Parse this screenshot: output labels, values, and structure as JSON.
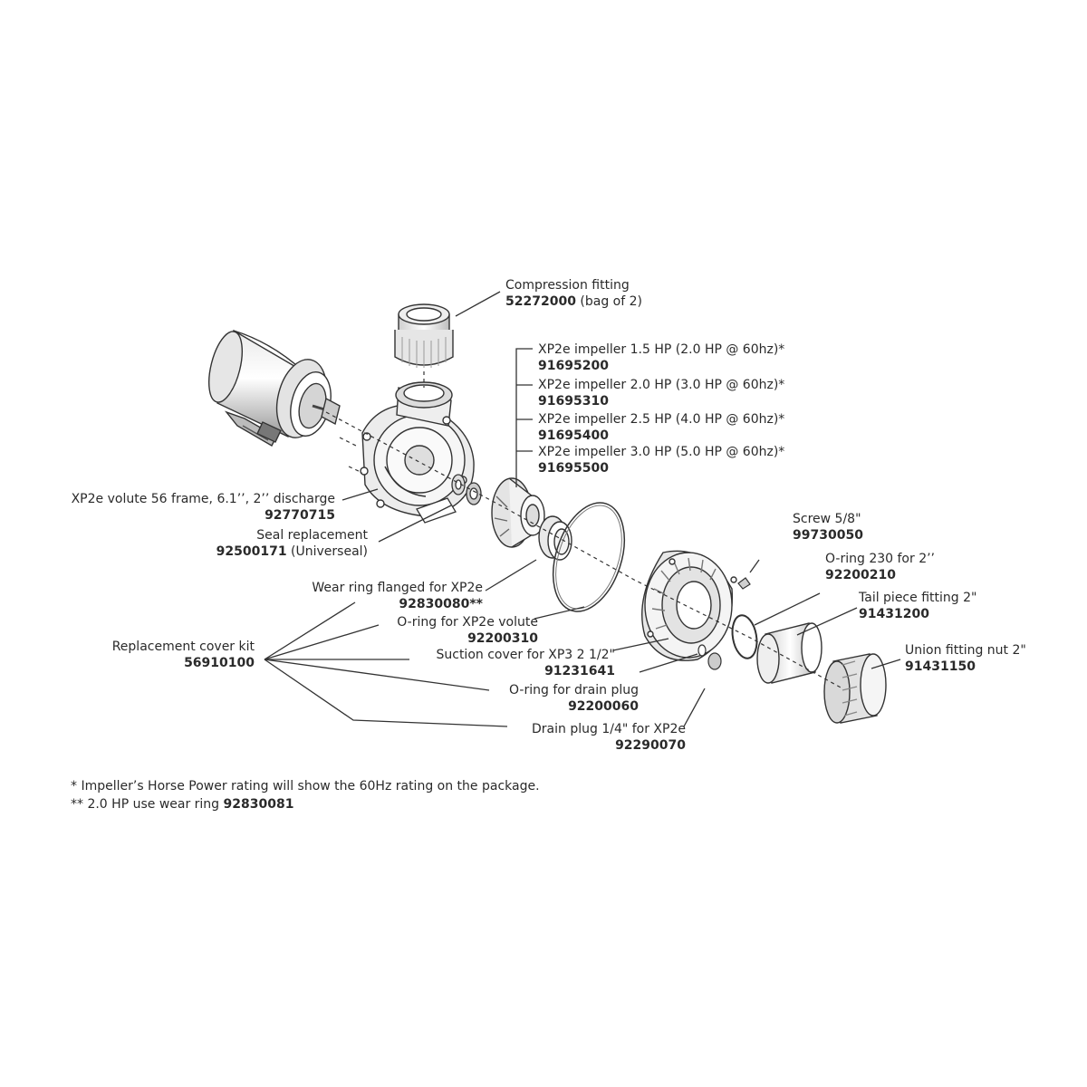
{
  "parts": {
    "compression_fitting": {
      "name": "Compression fitting",
      "number": "52272000",
      "suffix": "(bag of 2)"
    },
    "impellers": [
      {
        "name": "XP2e impeller 1.5 HP (2.0 HP @ 60hz)*",
        "number": "91695200"
      },
      {
        "name": "XP2e impeller 2.0 HP (3.0 HP @ 60hz)*",
        "number": "91695310"
      },
      {
        "name": "XP2e impeller 2.5 HP (4.0 HP @ 60hz)*",
        "number": "91695400"
      },
      {
        "name": "XP2e impeller 3.0 HP (5.0 HP @ 60hz)*",
        "number": "91695500"
      }
    ],
    "volute": {
      "name": "XP2e volute 56 frame, 6.1’’, 2’’ discharge",
      "number": "92770715"
    },
    "seal": {
      "name": "Seal replacement",
      "number": "92500171",
      "suffix": "(Universeal)"
    },
    "wear_ring": {
      "name": "Wear ring flanged for XP2e",
      "number": "92830080**"
    },
    "oring_volute": {
      "name": "O-ring for XP2e volute",
      "number": "92200310"
    },
    "suction_cover": {
      "name": "Suction cover for XP3 2 1/2\"",
      "number": "91231641"
    },
    "oring_drain": {
      "name": "O-ring for drain plug",
      "number": "92200060"
    },
    "drain_plug": {
      "name": "Drain plug 1/4\" for XP2e",
      "number": "92290070"
    },
    "cover_kit": {
      "name": "Replacement cover kit",
      "number": "56910100"
    },
    "screw": {
      "name": "Screw 5/8\"",
      "number": "99730050"
    },
    "oring_230": {
      "name": "O-ring 230 for 2’’",
      "number": "92200210"
    },
    "tail_piece": {
      "name": "Tail piece fitting 2\"",
      "number": "91431200"
    },
    "union_nut": {
      "name": "Union fitting nut 2\"",
      "number": "91431150"
    }
  },
  "footnotes": {
    "note1": "* Impeller’s Horse Power rating will show the 60Hz rating on the package.",
    "note2_prefix": "** 2.0 HP use wear ring",
    "note2_number": "92830081"
  },
  "colors": {
    "line": "#3a3a3a",
    "text": "#2a2a2a",
    "part_fill": "#f4f4f4",
    "part_shade": "#cfcfcf"
  }
}
